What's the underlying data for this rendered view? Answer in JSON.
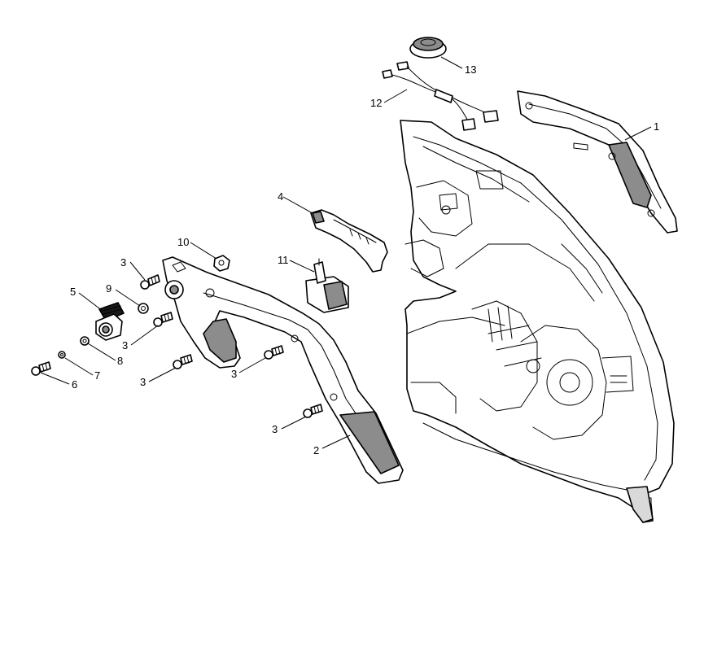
{
  "diagram": {
    "callouts": [
      "1",
      "2",
      "3",
      "3",
      "3",
      "3",
      "3",
      "4",
      "5",
      "6",
      "7",
      "8",
      "9",
      "10",
      "11",
      "12",
      "13"
    ]
  },
  "colors": {
    "line": "#000000",
    "fill_light": "#ffffff",
    "fill_gray": "#d9d9d9",
    "fill_dark": "#8c8c8c",
    "fill_black": "#1a1a1a"
  }
}
